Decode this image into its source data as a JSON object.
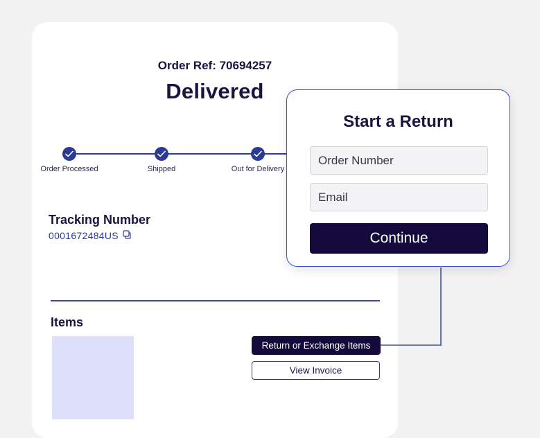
{
  "order": {
    "ref_label": "Order Ref: 70694257",
    "status": "Delivered"
  },
  "progress": {
    "steps": [
      {
        "label": "Order Processed",
        "complete": true
      },
      {
        "label": "Shipped",
        "complete": true
      },
      {
        "label": "Out for Delivery",
        "complete": true
      }
    ]
  },
  "tracking": {
    "title": "Tracking Number",
    "number": "0001672484US",
    "copy_icon": "copy-icon"
  },
  "items": {
    "title": "Items",
    "return_button": "Return or Exchange Items",
    "invoice_button": "View Invoice"
  },
  "return_popup": {
    "title": "Start a Return",
    "order_number_placeholder": "Order Number",
    "email_placeholder": "Email",
    "continue_label": "Continue"
  },
  "colors": {
    "primary_dark": "#140a3c",
    "accent_blue": "#2b3a94",
    "popup_border": "#3b4fd0",
    "image_placeholder": "#dde0fa"
  }
}
